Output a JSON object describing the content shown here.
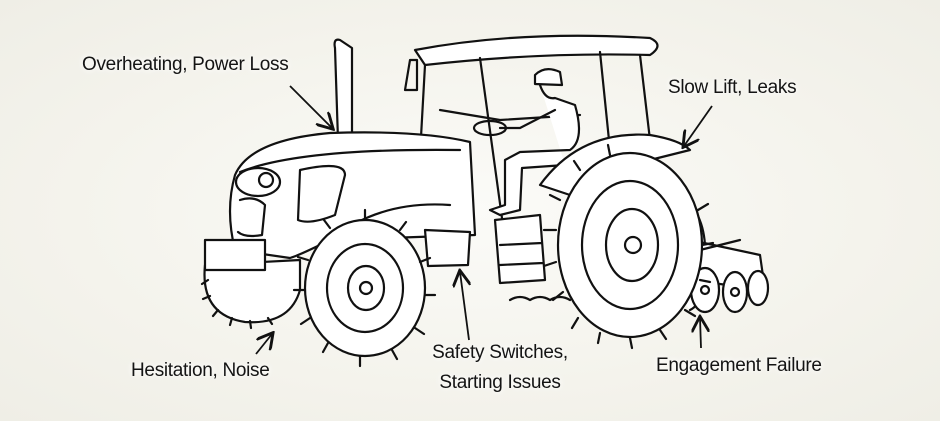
{
  "title": "Tractor common problem areas",
  "labels": {
    "engine": "Overheating, Power Loss",
    "hydraulics": "Slow Lift, Leaks",
    "transmission": "Hesitation, Noise",
    "safety_line1": "Safety Switches,",
    "safety_line2": "Starting Issues",
    "pto": "Engagement Failure"
  }
}
